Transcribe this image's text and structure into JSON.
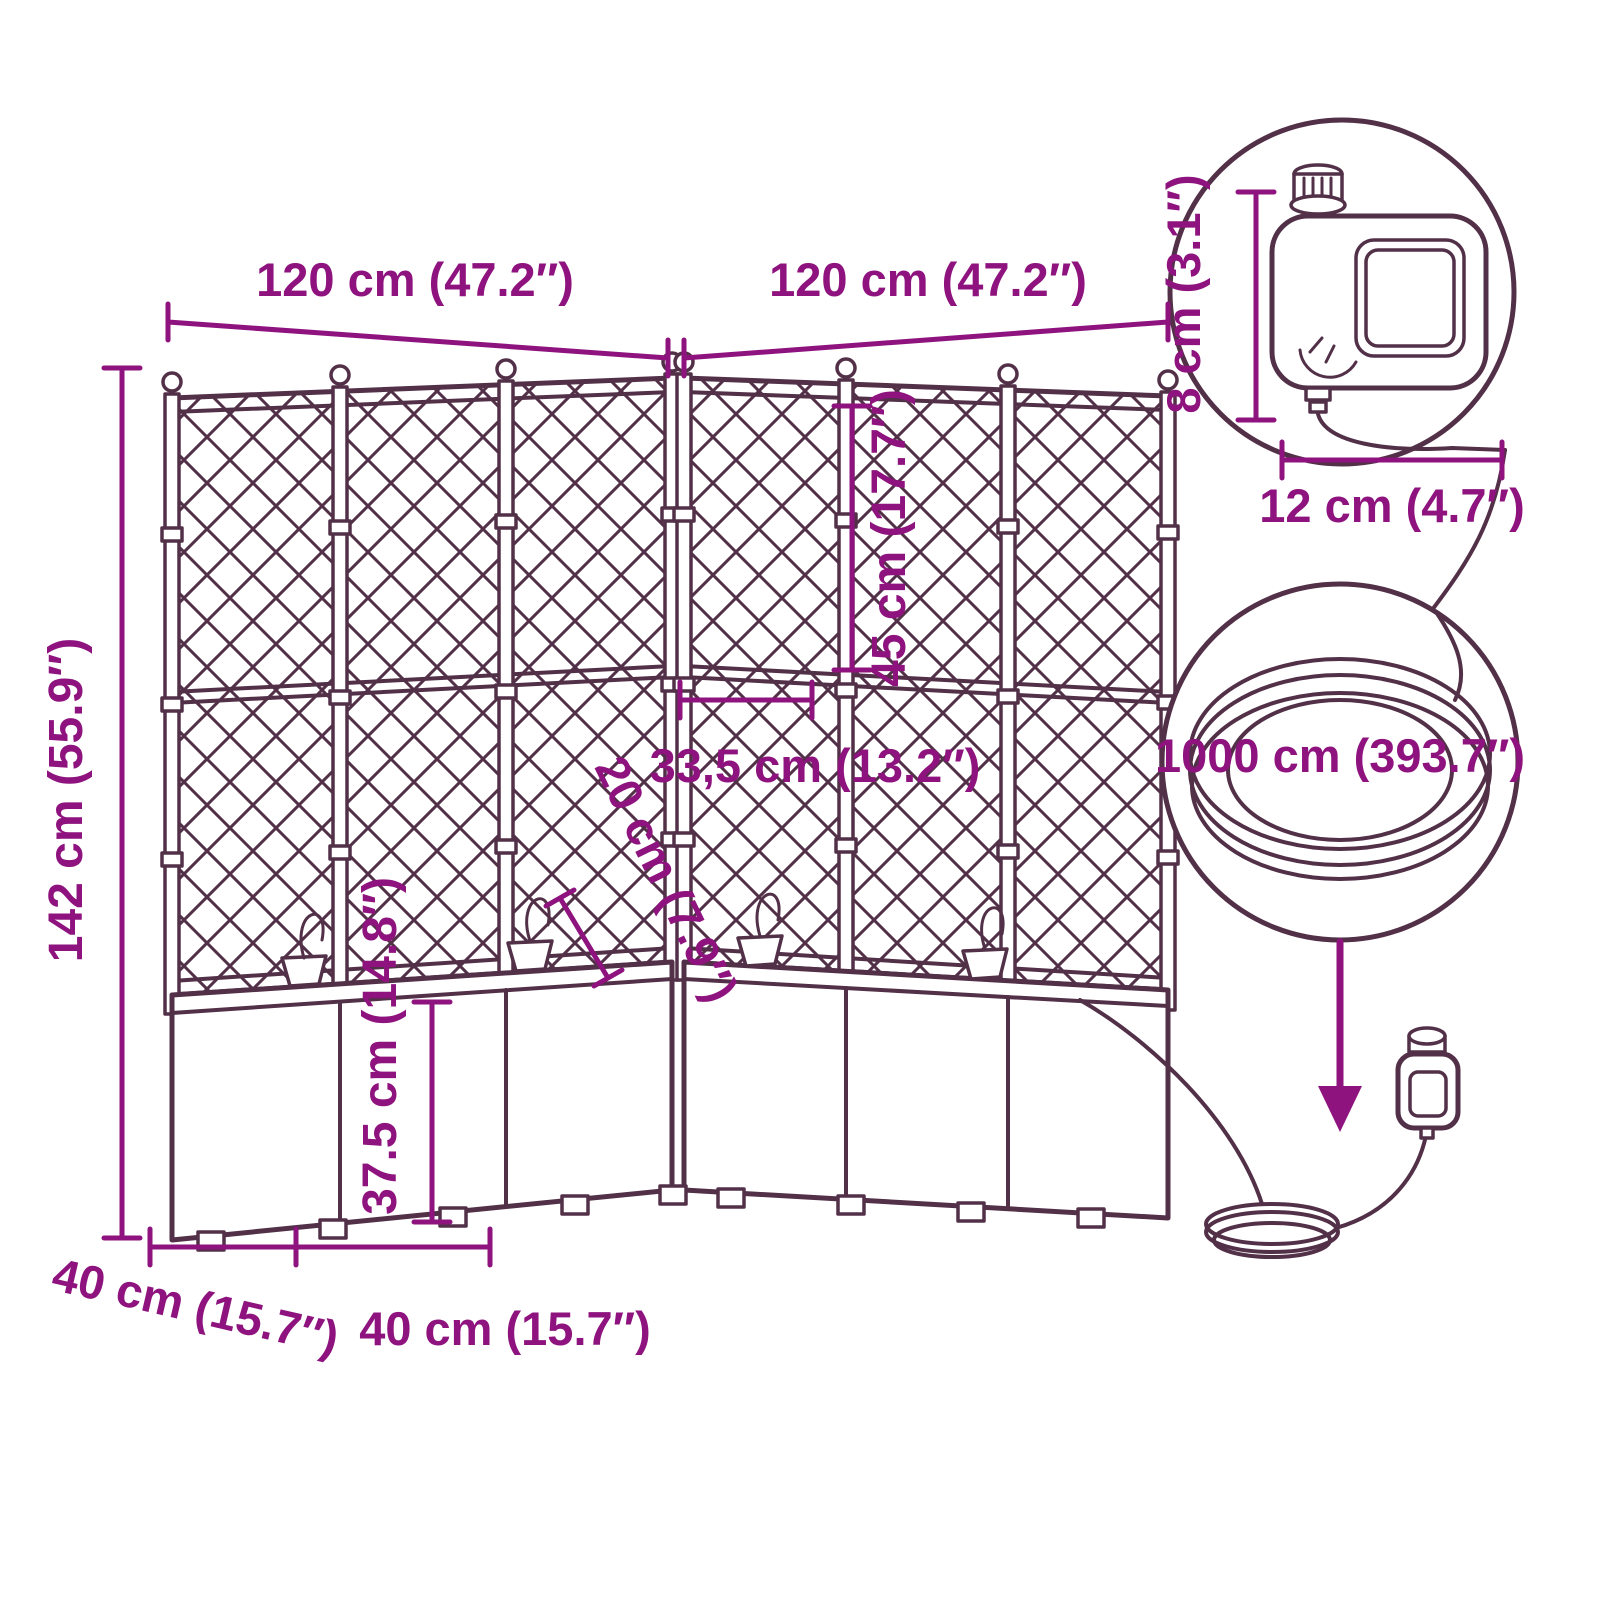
{
  "diagram": {
    "type": "product-dimension-diagram",
    "subject": "corner garden planter with trellis and automatic watering timer with drip hose",
    "colors": {
      "line": "#523048",
      "dim": "#8e137e",
      "bg": "#ffffff"
    },
    "dimensions": {
      "left_wing_width": "120 cm (47.2″)",
      "right_wing_width": "120 cm (47.2″)",
      "total_height": "142 cm (55.9″)",
      "upper_trellis_height": "45 cm (17.7″)",
      "inner_corner_width": "33,5 cm (13.2″)",
      "inner_depth": "20 cm (7.9″)",
      "planter_height": "37.5 cm (14.8″)",
      "left_depth": "40 cm (15.7″)",
      "right_depth": "40 cm (15.7″)",
      "timer_height": "8 cm (3.1″)",
      "timer_width": "12 cm (4.7″)",
      "hose_length": "1000 cm (393.7″)"
    }
  }
}
